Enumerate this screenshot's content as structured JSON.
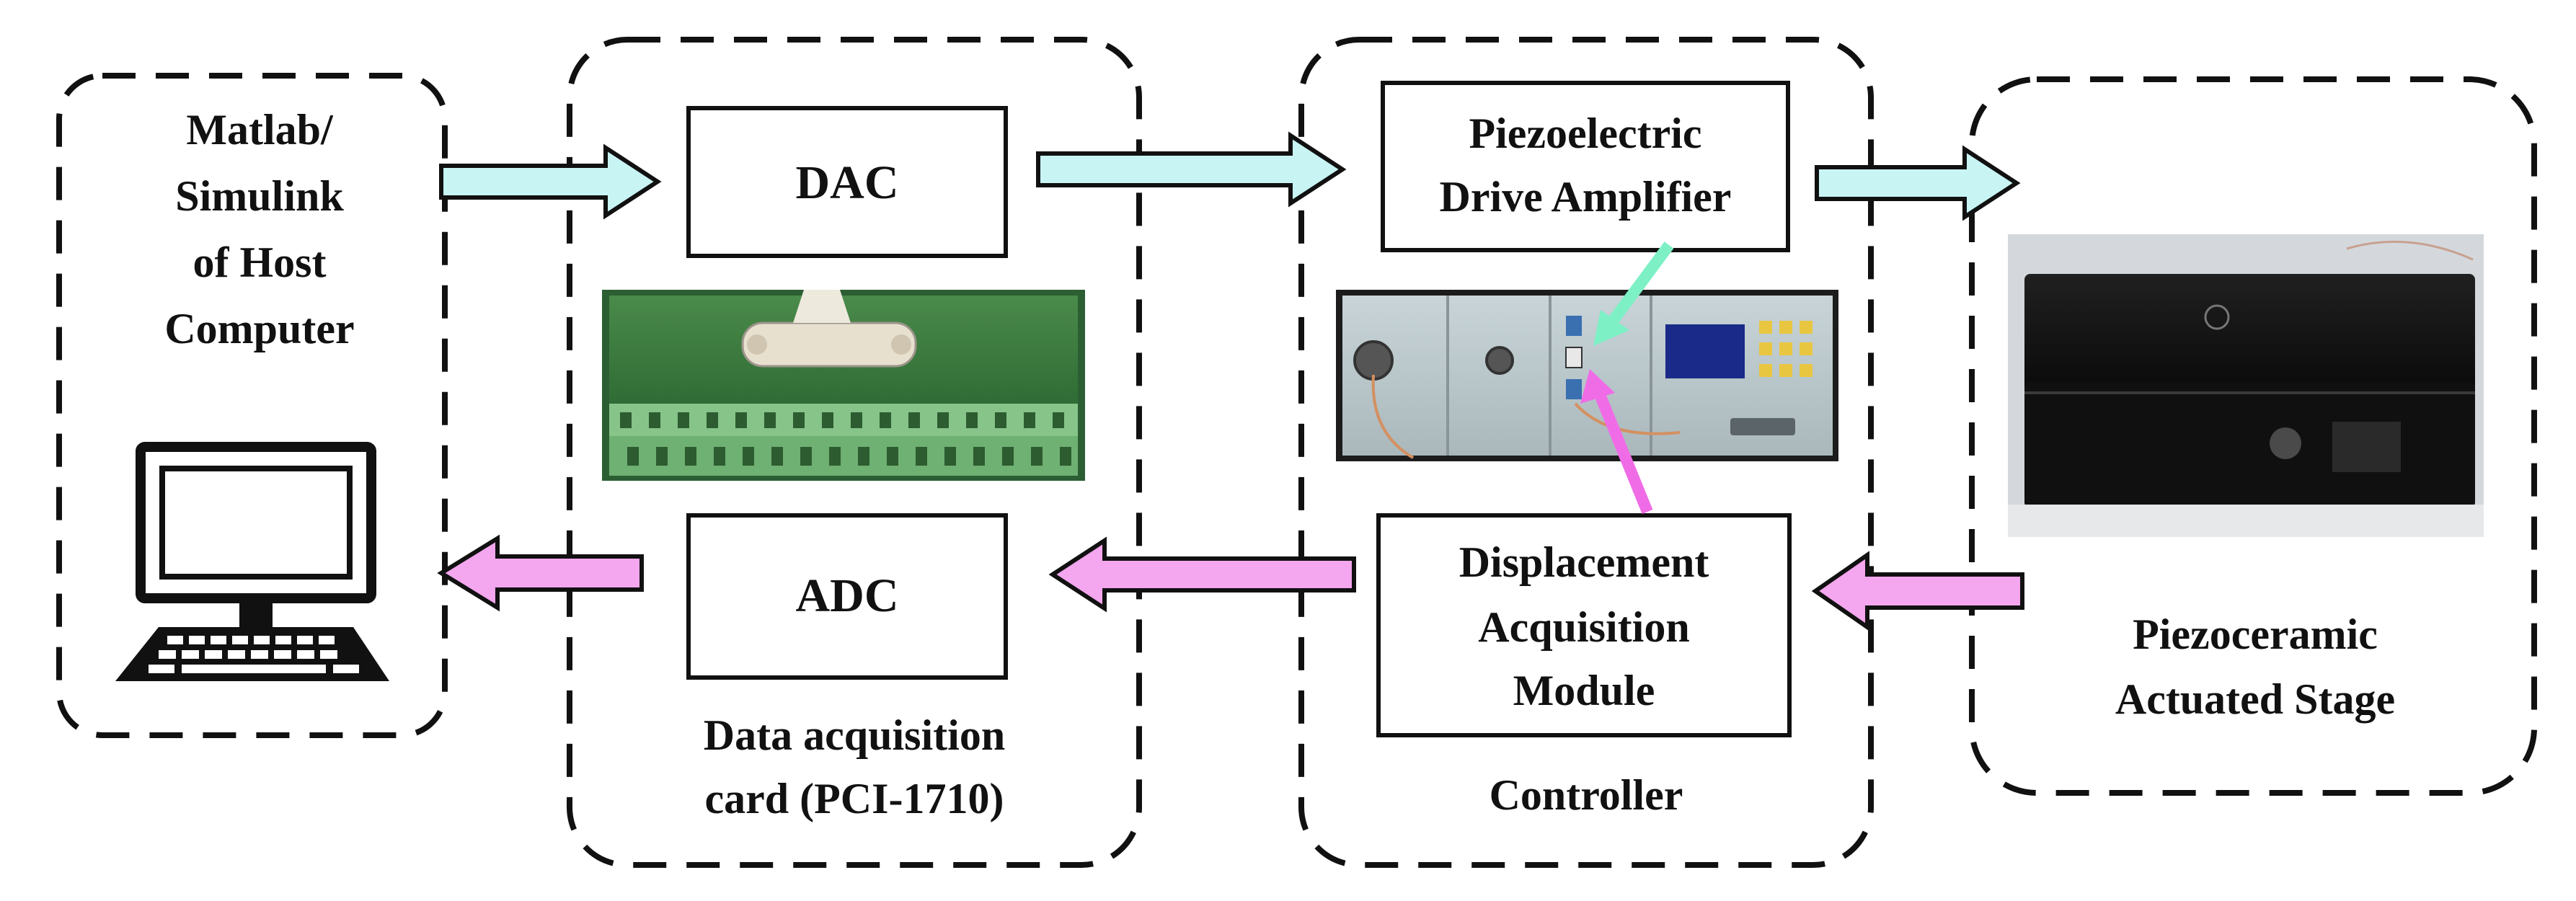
{
  "groups": {
    "host": {
      "line1": "Matlab/",
      "line2": "Simulink",
      "line3": "of Host",
      "line4": "Computer"
    },
    "daq": {
      "line1": "Data acquisition",
      "line2": "card  (PCI-1710)"
    },
    "controller": {
      "label": "Controller"
    },
    "stage": {
      "line1": "Piezoceramic",
      "line2": "Actuated Stage"
    }
  },
  "blocks": {
    "dac": "DAC",
    "adc": "ADC",
    "amplifier": {
      "line1": "Piezoelectric",
      "line2": "Drive Amplifier"
    },
    "displacement": {
      "line1": "Displacement",
      "line2": "Acquisition",
      "line3": "Module"
    }
  },
  "colors": {
    "forward_arrow": "#c8f4f4",
    "feedback_arrow": "#f4a6ee",
    "amp_pointer": "#7ef0c6",
    "disp_pointer": "#f06ce6",
    "outline": "#111111"
  },
  "icons": {
    "computer": "desktop-computer-icon",
    "daq_card": "terminal-board-photo",
    "controller": "controller-panel-photo",
    "stage": "stage-photo"
  }
}
